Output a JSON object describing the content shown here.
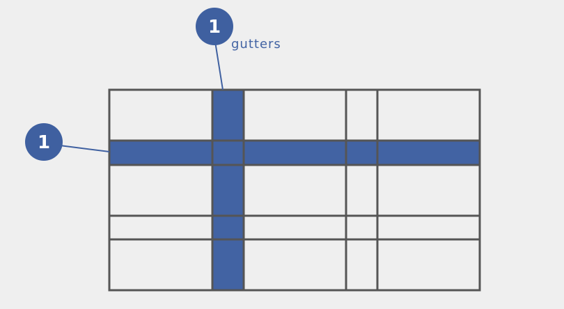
{
  "labels": {
    "gutters": "gutters",
    "callout_top": "1",
    "callout_left": "1"
  },
  "colors": {
    "background": "#efefef",
    "gutter_fill": "#4263a3",
    "grid_line": "#555555",
    "callout_fill": "#3f60a0",
    "callout_text": "#ffffff",
    "label_text": "#4263a3",
    "leader_line": "#3f60a0"
  }
}
